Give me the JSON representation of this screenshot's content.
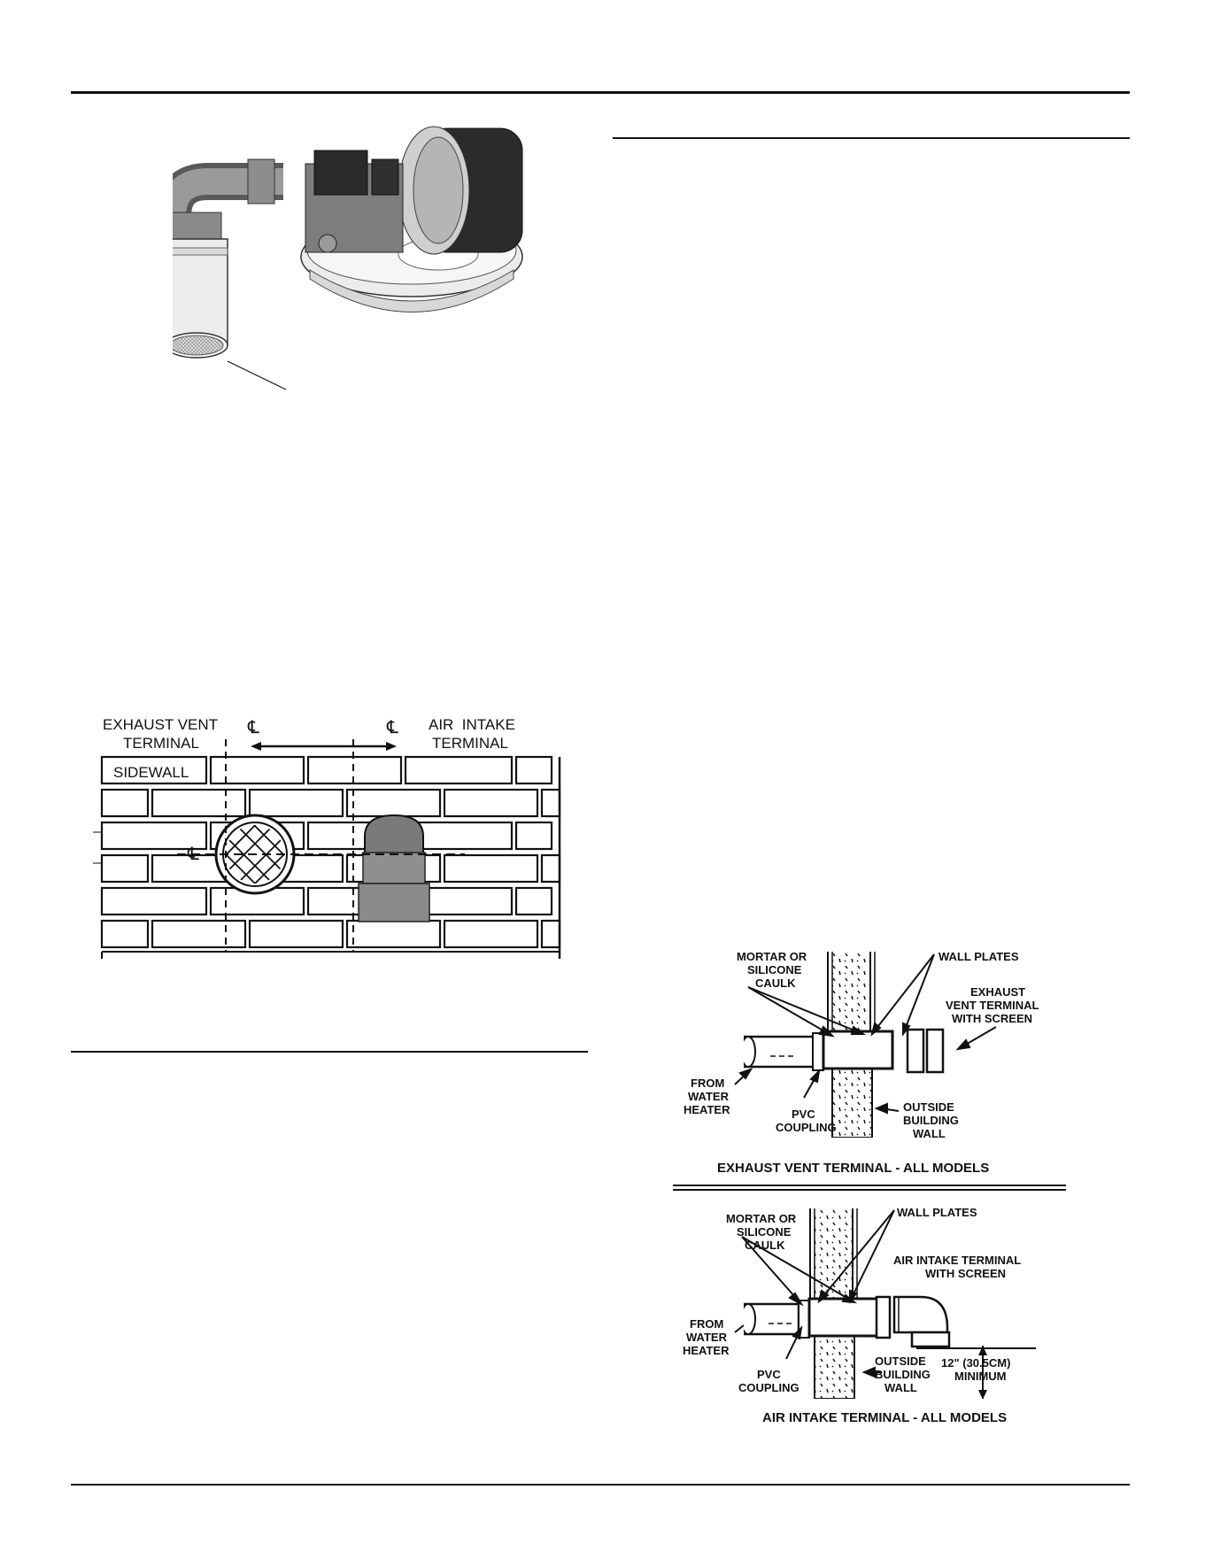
{
  "colors": {
    "ink": "#111111",
    "paper": "#ffffff",
    "metal": "#9a9a9a",
    "pipe": "#8a8a8a"
  },
  "sidewall_figure": {
    "exhaust_label_line1": "EXHAUST VENT",
    "exhaust_label_line2": "TERMINAL",
    "intake_label_line1": "AIR  INTAKE",
    "intake_label_line2": "TERMINAL",
    "sidewall_label": "SIDEWALL",
    "centerline_symbol": "℄"
  },
  "exhaust_detail": {
    "mortar_label": [
      "MORTAR OR",
      "SILICONE",
      "CAULK"
    ],
    "wall_plates_label": "WALL PLATES",
    "terminal_label": [
      "EXHAUST",
      "VENT TERMINAL",
      "WITH SCREEN"
    ],
    "from_label": [
      "FROM",
      "WATER",
      "HEATER"
    ],
    "coupling_label": [
      "PVC",
      "COUPLING"
    ],
    "outside_label": [
      "OUTSIDE",
      "BUILDING",
      "WALL"
    ],
    "caption": "EXHAUST VENT TERMINAL - ALL MODELS"
  },
  "intake_detail": {
    "mortar_label": [
      "MORTAR OR",
      "SILICONE",
      "CAULK"
    ],
    "wall_plates_label": "WALL PLATES",
    "terminal_label": [
      "AIR INTAKE TERMINAL",
      "WITH SCREEN"
    ],
    "from_label": [
      "FROM",
      "WATER",
      "HEATER"
    ],
    "coupling_label": [
      "PVC",
      "COUPLING"
    ],
    "outside_label": [
      "OUTSIDE",
      "BUILDING",
      "WALL"
    ],
    "minimum_label": [
      "12\" (30.5CM)",
      "MINIMUM"
    ],
    "caption": "AIR INTAKE TERMINAL - ALL MODELS"
  }
}
